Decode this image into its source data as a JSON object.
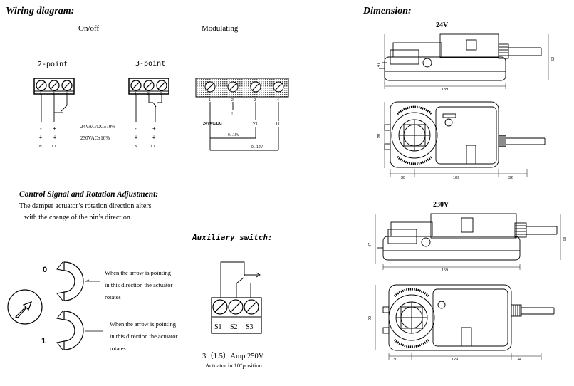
{
  "wiring": {
    "title": "Wiring diagram:",
    "onoff_label": "On/off",
    "modulating_label": "Modulating",
    "two_point_label": "2-point",
    "three_point_label": "3-point",
    "terminal_nums": [
      "1",
      "2",
      "3"
    ],
    "two_point_signs": [
      "-",
      "+"
    ],
    "two_point_wires": [
      "N",
      "L1"
    ],
    "three_point_signs": [
      "-",
      "+"
    ],
    "three_point_wires": [
      "N",
      "L1"
    ],
    "voltage_dc": "24VAC/DC±10%",
    "voltage_ac": "230VAC±10%",
    "modulating_terminals": [
      "1",
      "2",
      "3",
      "4"
    ],
    "mod_signs": [
      "-",
      "+"
    ],
    "mod_supply": "24VAC/DC",
    "mod_y1": "Y1",
    "mod_u": "U",
    "mod_range_1": "0...10V",
    "mod_range_2": "0...10V"
  },
  "control": {
    "title": "Control Signal and Rotation Adjustment:",
    "line1": "The damper actuator’s rotation direction alters",
    "line2": "with the change of the pin’s direction.",
    "position_0": "0",
    "position_1": "1",
    "desc_0": [
      "When the arrow is pointing",
      "in this direction the actuator",
      "rotates"
    ],
    "desc_1": [
      "When the arrow is pointing",
      "in this direction the actuator",
      "rotates"
    ]
  },
  "auxiliary": {
    "title": "Auxiliary switch:",
    "terminals": [
      "S1",
      "S2",
      "S3"
    ],
    "rating": "3（1.5）Amp 250V",
    "position": "Actuator in 10°position"
  },
  "dimension": {
    "title": "Dimension:",
    "v24": {
      "label": "24V",
      "height_side": "47",
      "height_right": "52",
      "length": "139",
      "height_top": "90",
      "seg_left": "30",
      "seg_mid": "109",
      "seg_right": "32"
    },
    "v230": {
      "label": "230V",
      "height_side": "47",
      "height_right": "53",
      "length": "159",
      "height_top": "90",
      "seg_left": "30",
      "seg_mid": "129",
      "seg_right": "34"
    }
  }
}
